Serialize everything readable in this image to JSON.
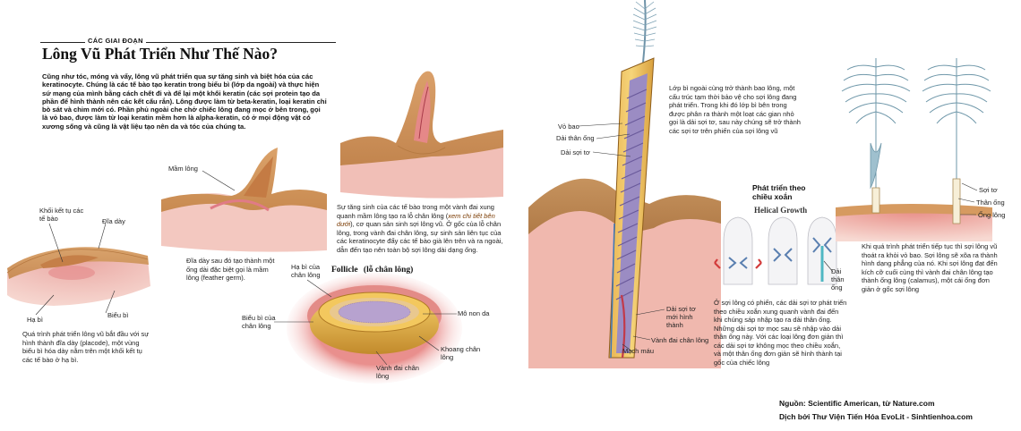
{
  "header": {
    "section_label": "CÁC GIAI ĐOẠN",
    "title": "Lông Vũ Phát Triển Như Thế Nào?",
    "intro": "Cũng như tóc, móng và vẩy, lông vũ phát triển qua sự tăng sinh và biệt hóa của các keratinocyte. Chúng là các tế bào tạo keratin trong biểu bì (lớp da ngoài) và thực hiện sứ mạng của mình bằng cách chết đi và để lại một khối keratin (các sợi protein tạo da phần để hình thành nên các kết cấu rắn). Lông được làm từ beta-keratin, loại keratin chỉ bò sát và chim mới có. Phần phủ ngoài che chở chiếc lông đang mọc ở bên trong, gọi là vỏ bao, được làm từ loại keratin mềm hơn là alpha-keratin, có ở mọi động vật có xương sống và cũng là vật liệu tạo nên da và tóc của chúng ta."
  },
  "stage1": {
    "label_placode": "Khối kết tụ các tế bào",
    "label_disk": "Đĩa dày",
    "label_dermis": "Hạ bì",
    "label_epidermis": "Biểu bì",
    "caption": "Quá trình phát triển lông vũ bắt đầu với sự hình thành đĩa dày (placode), một vùng biểu bì hóa dày nằm trên một khối kết tụ các tế bào ở hạ bì."
  },
  "stage2": {
    "label_germ": "Mầm lông",
    "caption": "Đĩa dày sau đó tạo thành một ống dài đặc biệt gọi là mầm lông (feather germ)."
  },
  "stage3": {
    "caption_pre": "Sự tăng sinh của các tế bào trong một vành đai xung quanh mầm lông tạo ra lỗ chân lông (",
    "caption_italic": "xem chi tiết bên dưới",
    "caption_post": "), cơ quan sản sinh sợi lông vũ. Ở gốc của lỗ chân lông, trong vành đai chân lông, sự sinh sản liên tục của các keratinocyte đẩy các tế bào già lên trên và ra ngoài, dẫn đến tạo nên toàn bộ sợi lông dài dạng ống."
  },
  "follicle": {
    "title": "Follicle",
    "subtitle": "(lỗ chân lông)",
    "label_collar_dermis": "Hạ bì của chân lông",
    "label_collar_epidermis": "Biểu bì của chân lông",
    "label_pulp": "Mô non da",
    "label_cavity": "Khoang chân lông",
    "label_ring": "Vành đai chân lông"
  },
  "stage4": {
    "label_sheath": "Vỏ bao",
    "label_barb_ridge": "Dải thân ống",
    "label_barb": "Dải sợi tơ",
    "label_new_barb": "Dải sợi tơ mới hình thành",
    "label_collar": "Vành đai chân lông",
    "label_vessel": "Mạch máu",
    "caption": "Lớp bì ngoài cùng trở thành bao lông, một cấu trúc tạm thời bảo vệ cho sợi lông đang phát triển. Trong khi đó lớp bì bên trong được phân ra thành một loạt các gian nhỏ gọi là dải sợi tơ, sau này chúng sẽ trở thành các sợi tơ trên phiến của sợi lông vũ"
  },
  "helical": {
    "title_vi": "Phát triển theo chiều xoắn",
    "title_en": "Helical Growth",
    "label_rachis": "Dải thân ống",
    "caption": "Ở sợi lông có phiến, các dải sợi tơ phát triển theo chiều xoắn xung quanh vành đai đến khi chúng sáp nhập tạo ra dải thân ống. Những dải sợi tơ mọc sau sẽ nhập vào dải thân ống này. Với các loại lông đơn giản thì các dải sợi tơ không mọc theo chiều xoắn, và một thân ống đơn giản sẽ hình thành tại gốc của chiếc lông"
  },
  "stage5": {
    "label_barbs": "Sợi tơ",
    "label_rachis": "Thân ống",
    "label_calamus": "Ống lông",
    "caption": "Khi quá trình phát triển tiếp tục thì sợi lông vũ thoát ra khỏi vỏ bao. Sợi lông sẽ xõa ra thành hình dạng phẳng của nó. Khi sợi lông đạt đến kích cỡ cuối cùng thì vành đai chân lông tạo thành ống lông (calamus), một cái ống đơn giản ở gốc sợi lông"
  },
  "footer": {
    "source": "Nguồn: Scientific American, từ Nature.com",
    "translator": "Dịch bởi Thư Viện Tiến Hóa EvoLit - Sinhtienhoa.com"
  }
}
